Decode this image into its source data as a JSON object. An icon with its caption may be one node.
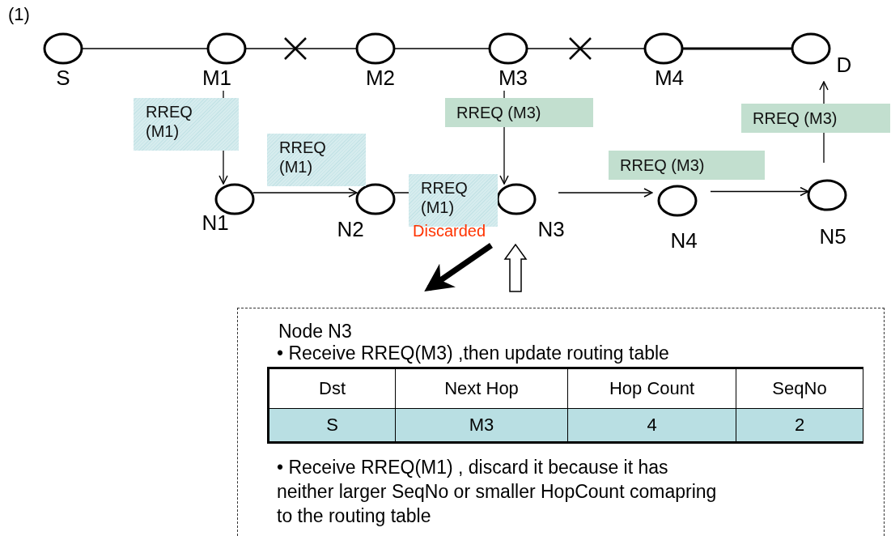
{
  "diagram": {
    "nodes": [
      {
        "text": [
          "S"
        ]
      },
      {
        "text": [
          "M1"
        ]
      },
      {
        "text": [
          "M2"
        ]
      },
      {
        "text": [
          "M3"
        ]
      },
      {
        "text": [
          "M4"
        ]
      },
      {
        "text": [
          "D"
        ]
      },
      {
        "text": [
          "N1"
        ]
      },
      {
        "text": [
          "N2"
        ]
      },
      {
        "text": [
          "N3"
        ]
      },
      {
        "text": [
          "N4"
        ]
      },
      {
        "text": [
          "N5"
        ]
      },
      {
        "text": [
          "Node N3",
          "• Receive RREQ(M3) ,then update routing table",
          "• Receive RREQ(M1) , discard it because it has neither larger SeqNo or smaller HopCount comapring to the routing table"
        ]
      }
    ],
    "edges": [
      {
        "from": 0,
        "to": 1,
        "arrow": "none"
      },
      {
        "from": 1,
        "to": 2,
        "arrow": "none"
      },
      {
        "from": 2,
        "to": 3,
        "arrow": "none"
      },
      {
        "from": 3,
        "to": 4,
        "arrow": "none"
      },
      {
        "from": 4,
        "to": 5,
        "arrow": "none",
        "style": "thick"
      },
      {
        "from": 1,
        "to": 6,
        "arrow": "to",
        "label": "RREQ (M1)"
      },
      {
        "from": 6,
        "to": 7,
        "arrow": "to",
        "label": "RREQ (M1)"
      },
      {
        "from": 7,
        "to": 8,
        "arrow": "none",
        "label": "RREQ (M1)"
      },
      {
        "from": 3,
        "to": 8,
        "arrow": "to",
        "label": "RREQ (M3)"
      },
      {
        "from": 8,
        "to": 9,
        "arrow": "to",
        "label": "RREQ (M3)"
      },
      {
        "from": 9,
        "to": 10,
        "arrow": "to"
      },
      {
        "from": 10,
        "to": 5,
        "arrow": "to",
        "label": "RREQ (M3)"
      },
      {
        "from": 8,
        "to": 11,
        "arrow": "to",
        "style": "thick"
      },
      {
        "from": 11,
        "to": 8,
        "arrow": "to",
        "style": "thick"
      }
    ],
    "labels": [
      "(1)",
      "Discarded",
      "Dst",
      "Next Hop",
      "Hop Count",
      "SeqNo",
      "S",
      "M3",
      "4",
      "2"
    ]
  }
}
